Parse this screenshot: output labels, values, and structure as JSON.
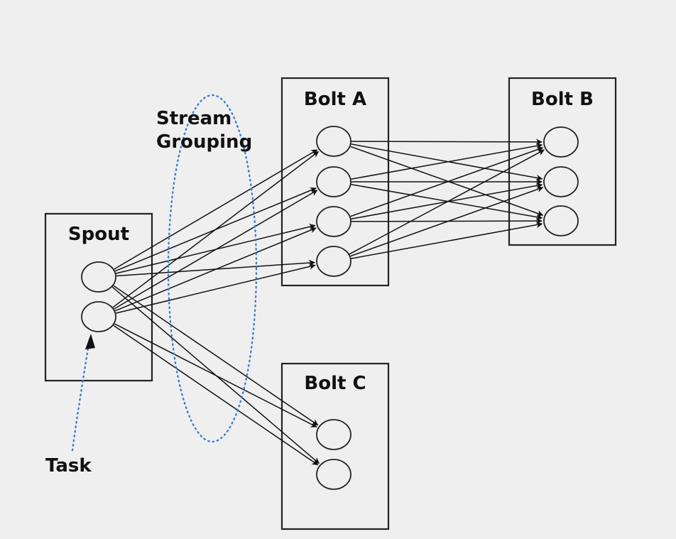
{
  "labels": {
    "spout": "Spout",
    "bolt_a": "Bolt A",
    "bolt_b": "Bolt B",
    "bolt_c": "Bolt C",
    "stream_grouping_line1": "Stream",
    "stream_grouping_line2": "Grouping",
    "task": "Task"
  },
  "colors": {
    "background": "#efefef",
    "stroke": "#111111",
    "dotted_annotation": "#3a7fd1"
  },
  "components": [
    {
      "id": "spout",
      "tasks": 2
    },
    {
      "id": "bolt_a",
      "tasks": 4
    },
    {
      "id": "bolt_b",
      "tasks": 3
    },
    {
      "id": "bolt_c",
      "tasks": 2
    }
  ],
  "edges": [
    {
      "from": "spout.0",
      "to": "bolt_a.0"
    },
    {
      "from": "spout.0",
      "to": "bolt_a.1"
    },
    {
      "from": "spout.0",
      "to": "bolt_a.2"
    },
    {
      "from": "spout.0",
      "to": "bolt_a.3"
    },
    {
      "from": "spout.1",
      "to": "bolt_a.0"
    },
    {
      "from": "spout.1",
      "to": "bolt_a.1"
    },
    {
      "from": "spout.1",
      "to": "bolt_a.2"
    },
    {
      "from": "spout.1",
      "to": "bolt_a.3"
    },
    {
      "from": "spout.0",
      "to": "bolt_c.0"
    },
    {
      "from": "spout.0",
      "to": "bolt_c.1"
    },
    {
      "from": "spout.1",
      "to": "bolt_c.0"
    },
    {
      "from": "spout.1",
      "to": "bolt_c.1"
    },
    {
      "from": "bolt_a.0",
      "to": "bolt_b.0"
    },
    {
      "from": "bolt_a.0",
      "to": "bolt_b.1"
    },
    {
      "from": "bolt_a.0",
      "to": "bolt_b.2"
    },
    {
      "from": "bolt_a.1",
      "to": "bolt_b.0"
    },
    {
      "from": "bolt_a.1",
      "to": "bolt_b.1"
    },
    {
      "from": "bolt_a.1",
      "to": "bolt_b.2"
    },
    {
      "from": "bolt_a.2",
      "to": "bolt_b.0"
    },
    {
      "from": "bolt_a.2",
      "to": "bolt_b.1"
    },
    {
      "from": "bolt_a.2",
      "to": "bolt_b.2"
    },
    {
      "from": "bolt_a.3",
      "to": "bolt_b.0"
    },
    {
      "from": "bolt_a.3",
      "to": "bolt_b.1"
    },
    {
      "from": "bolt_a.3",
      "to": "bolt_b.2"
    }
  ]
}
